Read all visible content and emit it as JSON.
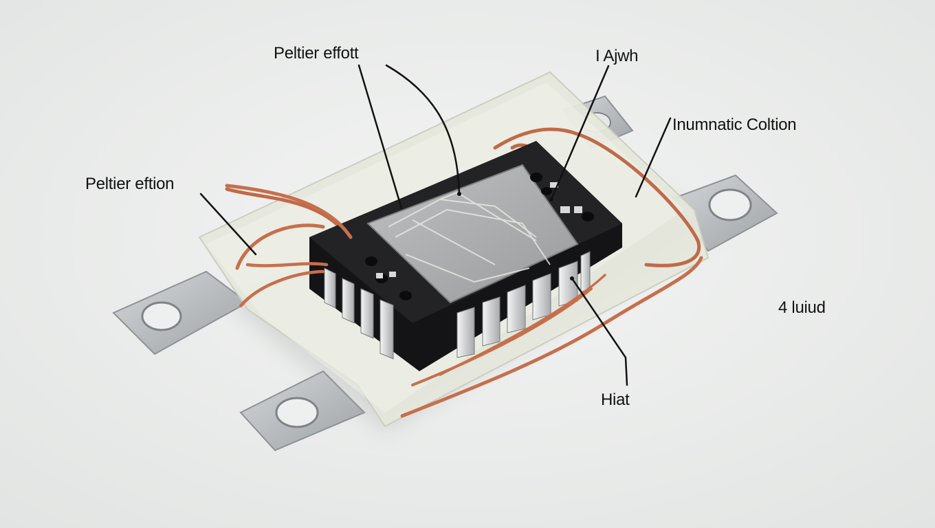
{
  "labels": {
    "peltier_top": "Peltier effott",
    "ajwh": "I Ajwh",
    "immunatic": "Inumnatic Coltion",
    "peltier_left": "Peltier eftion",
    "four_luid": "4 luiud",
    "hiat": "Hiat"
  },
  "colors": {
    "background": "#eceeed",
    "chip_body": "#1c1c1e",
    "die": "#a9aaab",
    "copper_wire": "#c06a48",
    "metal_tab": "#b9bcbe",
    "substrate": "#e6e8dc",
    "leader_line": "#111111"
  }
}
